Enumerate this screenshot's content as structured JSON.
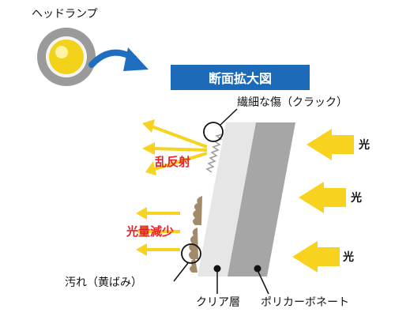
{
  "headlamp_label": "ヘッドランプ",
  "banner_label": "断面拡大図",
  "crack_label": "繊細な傷（クラック）",
  "scatter_label": "乱反射",
  "reduction_label": "光量減少",
  "dirt_label": "汚れ（黄ばみ）",
  "clear_layer_label": "クリア層",
  "polycarbonate_label": "ポリカーボネート",
  "light_label": "光",
  "colors": {
    "banner_bg": "#1d6bb8",
    "arrow_yellow": "#f7d21e",
    "clear_layer": "#e6e6e6",
    "polycarbonate": "#a6a6a6",
    "dirt": "#a38a6a",
    "bulb_gray": "#9a9a9a",
    "red_text": "#e4232a",
    "curved_arrow": "#1f6fc0"
  }
}
